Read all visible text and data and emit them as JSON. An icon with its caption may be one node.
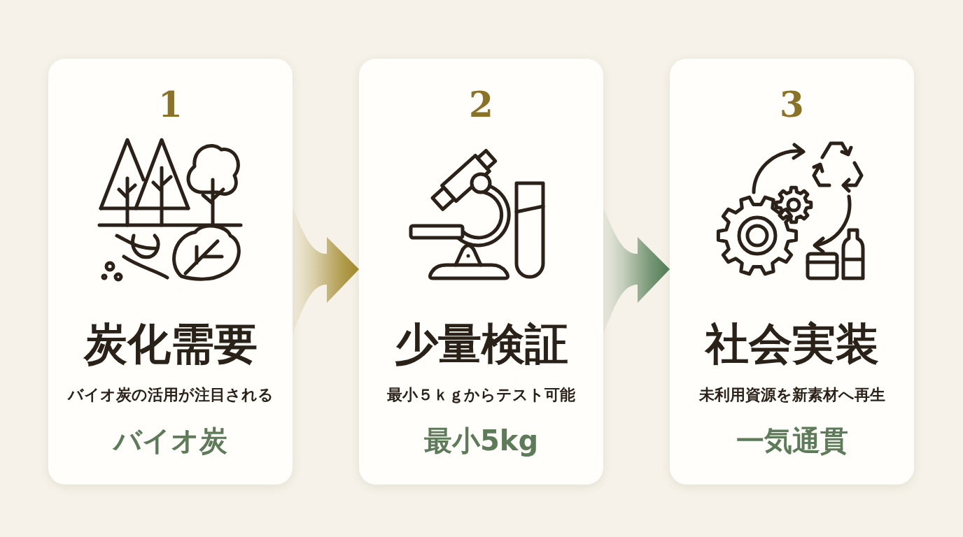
{
  "diagram": {
    "nodes": [
      {
        "text": [
          "1",
          "炭化需要",
          "バイオ炭の活用が注目される",
          "バイオ炭"
        ]
      },
      {
        "text": [
          "2",
          "少量検証",
          "最小５ｋｇからテスト可能",
          "最小5kg"
        ]
      },
      {
        "text": [
          "3",
          "社会実装",
          "未利用資源を新素材へ再生",
          "一気通貫"
        ]
      }
    ],
    "edges": [
      {
        "from": 0,
        "to": 1,
        "arrow": "to",
        "color": "#a08728"
      },
      {
        "from": 1,
        "to": 2,
        "arrow": "to",
        "color": "#4f7a52"
      }
    ]
  }
}
